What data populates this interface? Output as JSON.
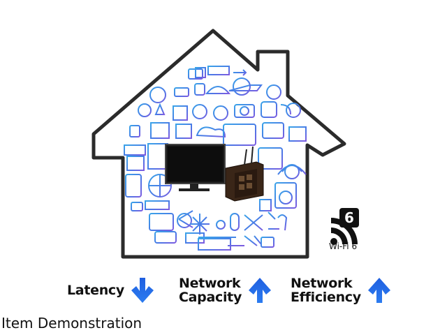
{
  "badge": {
    "icon": "wifi-6-icon",
    "label": "Wi-Fi 6",
    "number": "6"
  },
  "metrics": [
    {
      "label": "Latency",
      "direction": "down",
      "arrow_icon": "arrow-down-icon"
    },
    {
      "label": "Network\nCapacity",
      "direction": "up",
      "arrow_icon": "arrow-up-icon"
    },
    {
      "label": "Network\nEfficiency",
      "direction": "up",
      "arrow_icon": "arrow-up-icon"
    }
  ],
  "caption": "Item Demonstration",
  "colors": {
    "accent_blue": "#1f5fe0",
    "icon_gradient_start": "#3aa3e8",
    "icon_gradient_end": "#7d5ce0",
    "outline": "#2b2b2b"
  }
}
